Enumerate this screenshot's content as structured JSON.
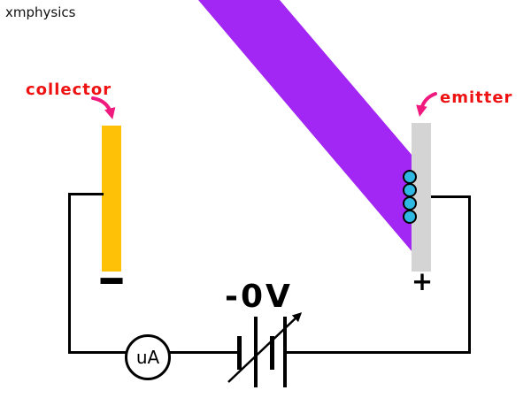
{
  "watermark": "xmphysics",
  "labels": {
    "collector": "collector",
    "emitter": "emitter"
  },
  "plates": {
    "collector_polarity": "−",
    "emitter_polarity": "+"
  },
  "battery": {
    "voltage_label": "-0V",
    "type": "variable-two-cell"
  },
  "meter": {
    "label": "uA"
  },
  "electrons": {
    "count": 4
  },
  "colors": {
    "beam": "#A226F4",
    "collector": "#FFC107",
    "emitter": "#D4D4D4",
    "electron": "#2EB8E2",
    "label_text": "#EE1212",
    "arrow": "#F0197E",
    "wire": "#000000"
  }
}
